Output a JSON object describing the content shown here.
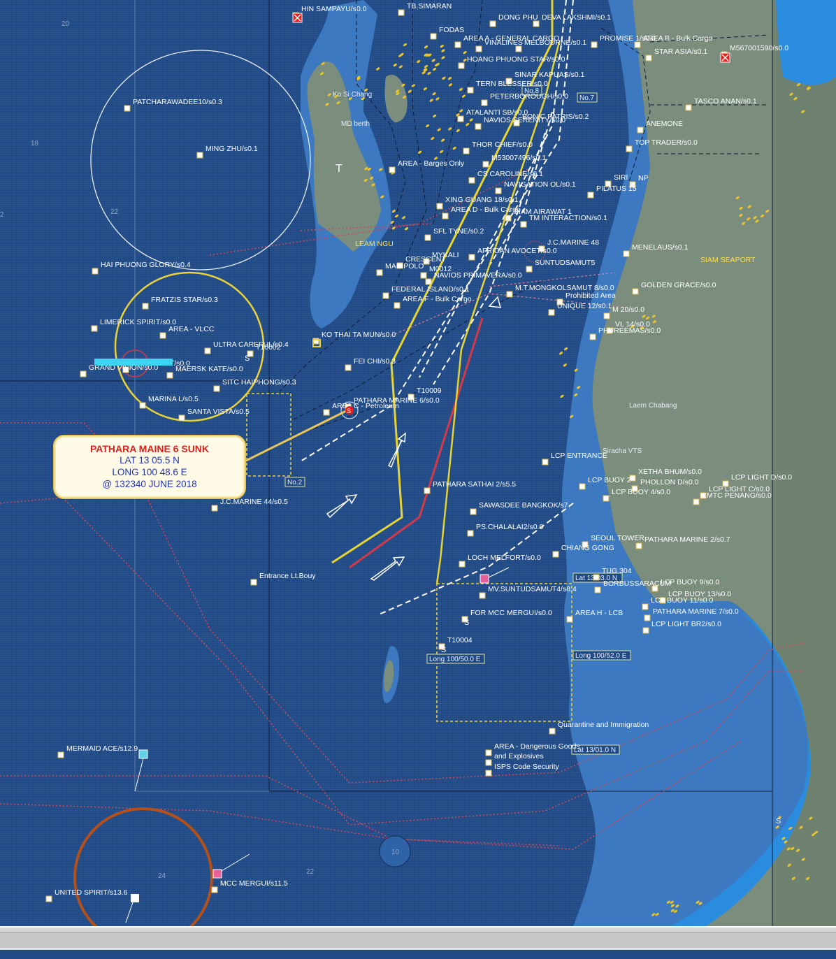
{
  "callout": {
    "title": "PATHARA MAINE 6 SUNK",
    "lat": "LAT   13 05.5  N",
    "long": "LONG 100 48.6 E",
    "time": "@ 132340 JUNE 2018"
  },
  "vessels": [
    "HIN SAMPAYU/s0.0",
    "TB.SIMARAN",
    "DONG PHU",
    "DEVA LAKSHMI/s0.1",
    "FODAS",
    "AREA A - GENERAL CARGO",
    "VINALINES",
    "MELBOURNE/s0.1",
    "PROMISE 1/s0.0",
    "AREA B - Bulk Cargo",
    "STAR ASIA/s0.1",
    "M567001590/s0.0",
    "HOANG PHUONG STAR/s0.0",
    "SINAR KAPUAS/s0.1",
    "TERN BLESSER/s0.0",
    "PETERBOROUGH/s0.0",
    "TASCO ANAN/s0.1",
    "PATCHARAWADEE10/s0.3",
    "ATALANTI SB/s0.0",
    "BONIC PATRIS/s0.2",
    "NAVIOS SERENITY/s0.0",
    "THOR CHIEF/s0.0",
    "MING ZHU/s0.1",
    "M53007496/s0.1",
    "AREA - Barges Only",
    "CS CAROLINE/s0.1",
    "NAVIGATION OL/s0.1",
    "XING GUANG 18/s0.1",
    "AREA D - Bulk Cargo",
    "SIAM AIRAWAT 1",
    "PILATUS 15",
    "TM INTERACTION/s0.1",
    "SFL TYNE/s0.2",
    "J.C.MARINE 48",
    "AFRICAN AVOCET/s0.0",
    "MYKALI",
    "HAI PHUONG GLORY/s0.4",
    "CRESCENT",
    "MARIPOLO",
    "NAVIOS PRIMAVERA/s0.0",
    "SUNTUDSAMUT5",
    "FRATZIS STAR/s0.3",
    "FEDERAL ISLAND/s0.1",
    "AREA F - Bulk Cargo",
    "M.T.MONGKOLSAMUT 8/s0.0",
    "UNIQUE 12/s0.1",
    "LIMERICK SPIRIT/s0.0",
    "AREA - VLCC",
    "KO THAI TA MUN/s0.0",
    "ULTRA CAREFUL/s0.4",
    "ERIK SPIRIT/s0.0",
    "GRAND VISION/s0.0",
    "MAERSK KATE/s0.0",
    "FEI CHI/s0.3",
    "SITC HAIPHONG/s0.3",
    "MARINA L/s0.5",
    "PATHARA MARINE 6/s0.0",
    "AREA C - Petroleum",
    "SANTA VISTA/s0.5",
    "LCP ENTRANCE",
    "XETHA BHUM/s0.0",
    "LCP LIGHT D/s0.0",
    "PATHARA SATHAI 2/s5.5",
    "LCP BUOY 2",
    "PHOLLON D/s0.0",
    "LCP BUOY 4/s0.0",
    "LCP LIGHT C/s0.0",
    "KMTC PENANG/s0.0",
    "J.C.MARINE 44/s0.5",
    "SAWASDEE BANGKOK/s7",
    "PS.CHALALAI2/s0.0",
    "SEOUL TOWER",
    "PATHARA MARINE 2/s0.7",
    "CHIANG GONG",
    "LOCH MELFORT/s0.0",
    "TUG 304",
    "BORBUSSARACUM",
    "LCP BUOY 9/s0.0",
    "LCP BUOY 13/s0.0",
    "MV.SUNTUDSAMUT4/s8.4",
    "LCP BUOY 11/s0.0",
    "FOR MCC MERGUI/s0.0",
    "AREA H - LCB",
    "PATHARA MARINE 7/s0.0",
    "LCP LIGHT BR2/s0.0",
    "T10004",
    "MERMAID ACE/s12.9",
    "AREA - Dangerous Goods",
    "and Explosives",
    "ISPS Code Security",
    "Quarantine and Immigration",
    "UNITED SPIRIT/s13.6",
    "MCC MERGUI/s11.5",
    "Entrance Lt.Bouy",
    "Prohibited Area",
    "PHUREEMAS/s0.0",
    "VL 14/s0.0",
    "M 20/s0.0",
    "GOLDEN GRACE/s0.0",
    "MENELAUS/s0.1",
    "SIRI",
    "NP",
    "ANEMONE",
    "TOP TRADER/s0.0",
    "T10002",
    "T10009",
    "M0012"
  ],
  "places": [
    "Ko Si Chang",
    "MD berth",
    "LEAM NGU",
    "SIAM SEAPORT",
    "Laem Chabang",
    "Siracha VTS"
  ],
  "boxes": [
    "No.7",
    "No.8",
    "No.2",
    "Lat 13/03.0 N",
    "Long 100/50.0 E",
    "Long 100/52.0 E",
    "Lat 13/01.0 N"
  ],
  "depths": [
    "20",
    "18",
    "22",
    "2",
    "24",
    "22",
    "10"
  ],
  "colors": {
    "sea_deep": "#1f4a86",
    "sea_shallow": "#4a86c8",
    "land": "#7b8d7d",
    "route_yellow": "#e6d434",
    "route_red": "#d23a4a",
    "anchorage": "#e9d23c",
    "callout_title": "#e0201c",
    "callout_text": "#2036b4"
  }
}
